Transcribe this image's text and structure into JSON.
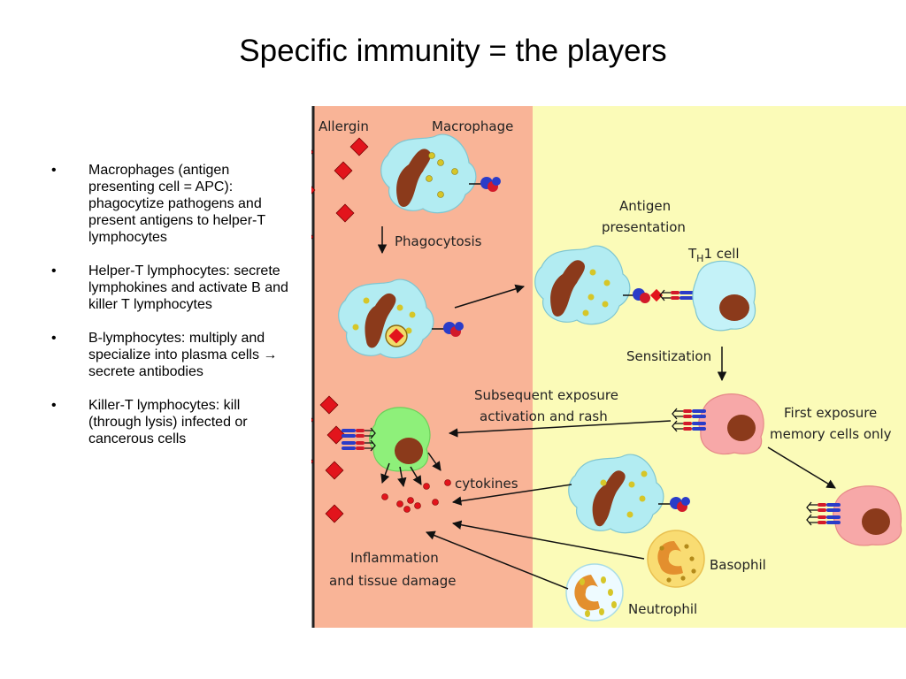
{
  "slide": {
    "title": "Specific immunity = the players",
    "bullets": [
      {
        "marker": "•",
        "text": "Macrophages (antigen presenting cell = APC): phagocytize pathogens and present antigens to helper-T lymphocytes"
      },
      {
        "marker": "•",
        "text": "Helper-T lymphocytes: secrete lymphokines and activate B and killer T lymphocytes"
      },
      {
        "marker": "•",
        "text": "B-lymphocytes: multiply and specialize into plasma cells → secrete antibodies"
      },
      {
        "marker": "•",
        "text": " Killer-T lymphocytes: kill (through lysis) infected or cancerous cells"
      }
    ]
  },
  "diagram": {
    "labels": {
      "allergin": "Allergin",
      "macrophage": "Macrophage",
      "phagocytosis": "Phagocytosis",
      "antigen_presentation_1": "Antigen",
      "antigen_presentation_2": "presentation",
      "th_T": "T",
      "th_H": "H",
      "th_rest": "1 cell",
      "sensitization": "Sensitization",
      "subsequent_1": "Subsequent exposure",
      "subsequent_2": "activation and rash",
      "first_1": "First exposure",
      "first_2": "memory cells only",
      "cytokines": "cytokines",
      "inflammation_1": "Inflammation",
      "inflammation_2": "and tissue damage",
      "basophil": "Basophil",
      "neutrophil": "Neutrophil"
    },
    "colors": {
      "left_panel": "#f9b497",
      "right_panel": "#fbfbb8",
      "macrophage": "#b2ecf2",
      "nucleus": "#8b3a1b",
      "allergen": "#e2141c",
      "b_cell": "#8ef07a",
      "memory_cell": "#f7a8a8",
      "granulocyte": "#f9dc72"
    }
  }
}
